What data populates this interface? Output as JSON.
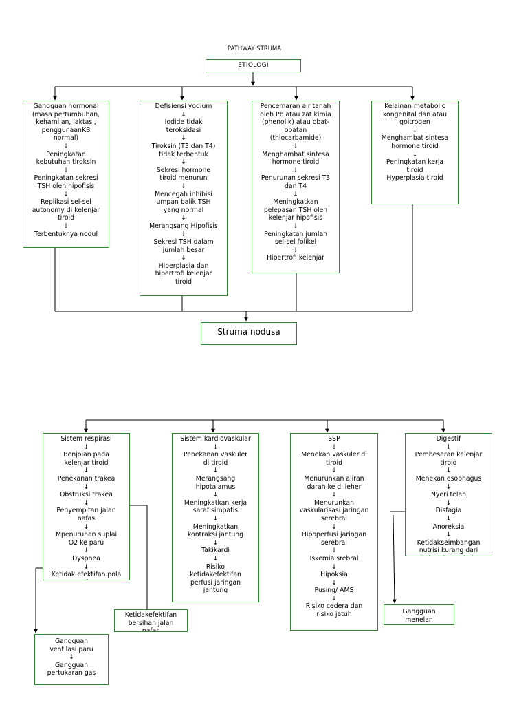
{
  "title": "PATHWAY STRUMA",
  "etiologi": "ETIOLOGI",
  "etiology_boxes": [
    {
      "id": "hormonal",
      "text": "Gangguan hormonal\n(masa pertumbuhan,\nkehamilan, laktasi,\npenggunaanKB\nnormal)\n↓\nPeningkatan\nkebutuhan tiroksin\n↓\nPeningkatan sekresi\nTSH oleh hipofisis\n↓\nReplikasi sel-sel\nautonomy di kelenjar\ntiroid\n↓\nTerbentuknya nodul"
    },
    {
      "id": "yodium",
      "text": "Defisiensi yodium\n↓\nIodide tidak\nteroksidasi\n↓\nTiroksin (T3 dan T4)\ntidak terbentuk\n↓\nSekresi hormone\ntiroid menurun\n↓\nMencegah inhibisi\numpan balik TSH\nyang normal\n↓\nMerangsang Hipofisis\n↓\nSekresi TSH dalam\njumlah besar\n↓\nHiperplasia dan\nhipertrofi kelenjar\ntiroid"
    },
    {
      "id": "pencemaran",
      "text": "Pencemaran air tanah\noleh Pb atau zat kimia\n(phenolik) atau obat-\nobatan\n(thiocarbamide)\n↓\nMenghambat sintesa\nhormone tiroid\n↓\nPenurunan sekresi T3\ndan T4\n↓\nMeningkatkan\npelepasan TSH oleh\nkelenjar hipofisis\n↓\nPeningkatan jumlah\nsel-sel folikel\n↓\nHipertrofi kelenjar"
    },
    {
      "id": "metabolic",
      "text": "Kelainan metabolic\nkongenital dan atau\ngoitrogen\n↓\nMenghambat sintesa\nhormone tiroid\n↓\nPeningkatan kerja\ntiroid\nHyperplasia tiroid"
    }
  ],
  "struma": "Struma nodusa",
  "system_boxes": [
    {
      "id": "respirasi",
      "text": "Sistem respirasi\n↓\nBenjolan pada\nkelenjar tiroid\n↓\nPenekanan trakea\n↓\nObstruksi trakea\n↓\nPenyempitan jalan\nnafas\n↓\nMpenurunan suplai\nO2 ke paru\n↓\nDyspnea\n↓\nKetidak efektifan pola\nnafas"
    },
    {
      "id": "kardio",
      "text": "Sistem kardiovaskular\n↓\nPenekanan vaskuler\ndi tiroid\n↓\nMerangsang\nhipotalamus\n↓\nMeningkatkan kerja\nsaraf simpatis\n↓\nMeningkatkan\nkontraksi jantung\n↓\nTakikardi\n↓\nRisiko\nketidakefektifan\nperfusi jaringan\njantung"
    },
    {
      "id": "ssp",
      "text": "SSP\n↓\nMenekan vaskuler di\ntiroid\n↓\nMenurunkan aliran\ndarah ke di leher\n↓\nMenurunkan\nvaskularisasi jaringan\nserebral\n↓\nHipoperfusi jaringan\nserebral\n↓\nIskemia srebral\n↓\nHipoksia\n↓\nPusing/ AMS\n↓\nRisiko cedera dan\nrisiko jatuh"
    },
    {
      "id": "digestif",
      "text": "Digestif\n↓\nPembesaran kelenjar\ntiroid\n↓\nMenekan esophagus\n↓\nNyeri telan\n↓\nDisfagia\n↓\nAnoreksia\n↓\nKetidakseimbangan\nnutrisi kurang dari\nkebutuhan tubuh"
    }
  ],
  "outcome_boxes": [
    {
      "id": "bersihan",
      "text": "Ketidakefektifan\nbersihan jalan\nnafas"
    },
    {
      "id": "ventilasi",
      "text": "Gangguan\nventilasi paru\n↓\nGangguan\npertukaran gas"
    },
    {
      "id": "menelan",
      "text": "Gangguan\nmenelan"
    }
  ],
  "colors": {
    "box_border": "#2f8a2f",
    "line": "#000000"
  }
}
